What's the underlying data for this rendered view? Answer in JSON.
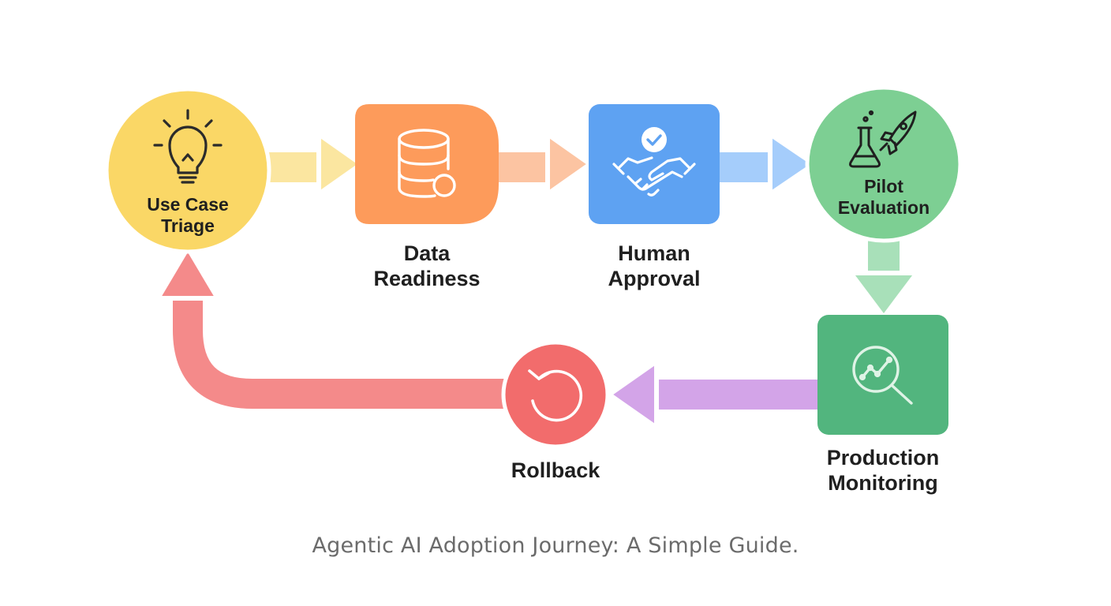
{
  "diagram": {
    "steps": [
      {
        "id": "use-case-triage",
        "line1": "Use Case",
        "line2": "Triage",
        "icon": "lightbulb-icon",
        "color": "#fad766"
      },
      {
        "id": "data-readiness",
        "line1": "Data",
        "line2": "Readiness",
        "icon": "database-icon",
        "color": "#fd9b5b"
      },
      {
        "id": "human-approval",
        "line1": "Human",
        "line2": "Approval",
        "icon": "handshake-check-icon",
        "color": "#5ea2f2"
      },
      {
        "id": "pilot-evaluation",
        "line1": "Pilot",
        "line2": "Evaluation",
        "icon": "flask-rocket-icon",
        "color": "#7dcf93"
      },
      {
        "id": "production-monitoring",
        "line1": "Production",
        "line2": "Monitoring",
        "icon": "magnifier-chart-icon",
        "color": "#52b57e"
      },
      {
        "id": "rollback",
        "line1": "Rollback",
        "line2": "",
        "icon": "undo-icon",
        "color": "#f26c6c"
      }
    ],
    "arrows": [
      {
        "from": "use-case-triage",
        "to": "data-readiness",
        "color": "#fbe6a0"
      },
      {
        "from": "data-readiness",
        "to": "human-approval",
        "color": "#fcc4a2"
      },
      {
        "from": "human-approval",
        "to": "pilot-evaluation",
        "color": "#a5cdfb"
      },
      {
        "from": "pilot-evaluation",
        "to": "production-monitoring",
        "color": "#a8e0b9"
      },
      {
        "from": "production-monitoring",
        "to": "rollback",
        "color": "#d3a4e8"
      },
      {
        "from": "rollback",
        "to": "use-case-triage",
        "color": "#f48a8a"
      }
    ]
  },
  "caption": "Agentic AI Adoption Journey: A Simple Guide."
}
